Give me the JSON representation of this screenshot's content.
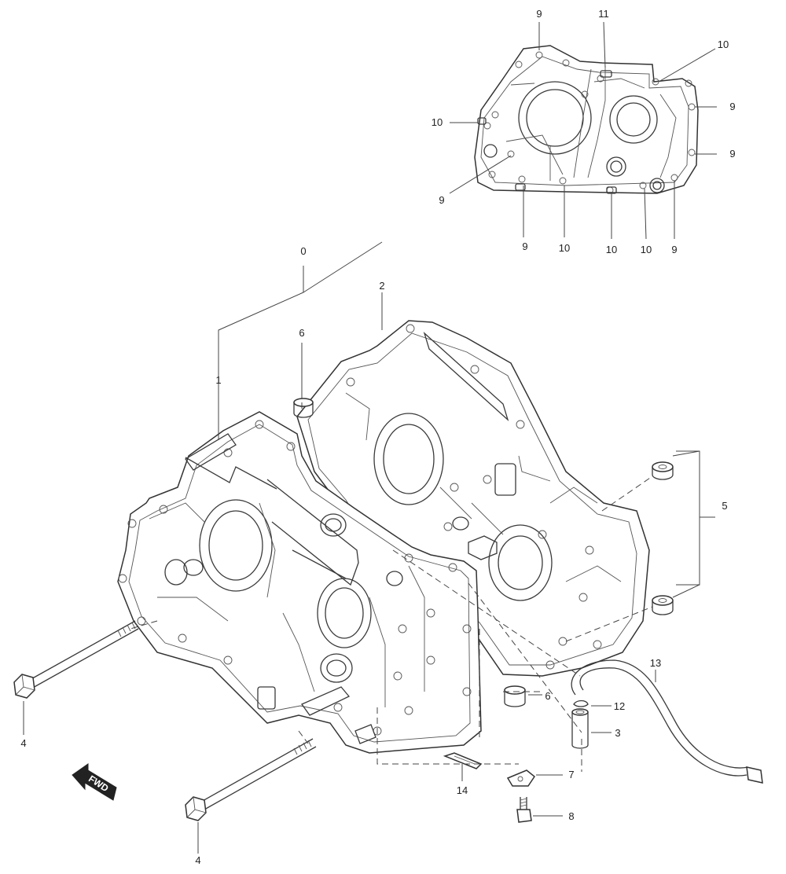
{
  "callouts": {
    "c0": "0",
    "c1": "1",
    "c2": "2",
    "c3": "3",
    "c4a": "4",
    "c4b": "4",
    "c5": "5",
    "c6a": "6",
    "c6b": "6",
    "c7": "7",
    "c8": "8",
    "c9a": "9",
    "c9b": "9",
    "c9c": "9",
    "c9d": "9",
    "c9e": "9",
    "c9f": "9",
    "c10a": "10",
    "c10b": "10",
    "c10c": "10",
    "c10d": "10",
    "c10e": "10",
    "c11": "11",
    "c12": "12",
    "c13": "13",
    "c14": "14"
  },
  "fwd_label": "FWD"
}
